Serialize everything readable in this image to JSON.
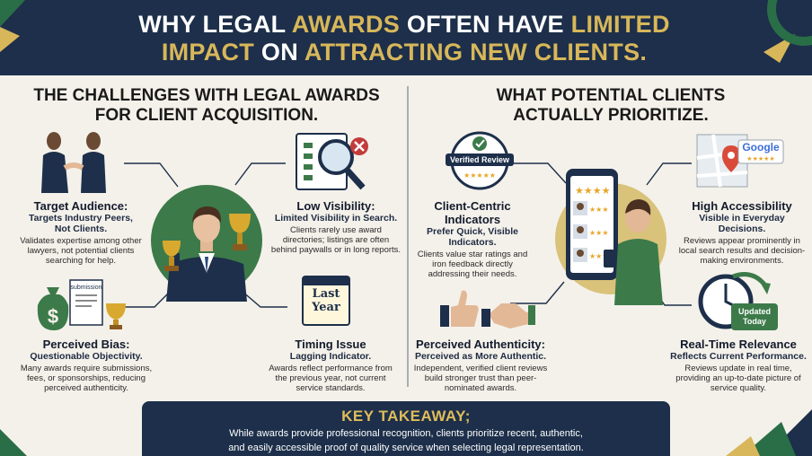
{
  "header": {
    "line1": [
      {
        "text": "WHY LEGAL ",
        "accent": false
      },
      {
        "text": "AWARDS",
        "accent": true
      },
      {
        "text": " OFTEN HAVE ",
        "accent": false
      },
      {
        "text": "LIMITED",
        "accent": true
      }
    ],
    "line2": [
      {
        "text": "IMPACT",
        "accent": true
      },
      {
        "text": " ON ",
        "accent": false
      },
      {
        "text": "ATTRACTING NEW CLIENTS.",
        "accent": true
      }
    ]
  },
  "left": {
    "title_line1": "THE CHALLENGES WITH LEGAL AWARDS",
    "title_line2": "FOR CLIENT ACQUISITION.",
    "items": [
      {
        "heading": "Target Audience:",
        "sub": "Targets Industry Peers, Not Clients.",
        "desc": "Validates expertise among other lawyers, not potential clients searching for help."
      },
      {
        "heading": "Low Visibility:",
        "sub": "Limited Visibility in Search.",
        "desc": "Clients rarely use award directories; listings are often behind paywalls or in long reports."
      },
      {
        "heading": "Perceived Bias:",
        "sub": "Questionable Objectivity.",
        "desc": "Many awards require submissions, fees, or sponsorships, reducing perceived authenticity."
      },
      {
        "heading": "Timing Issue",
        "sub": "Lagging Indicator.",
        "desc": "Awards reflect performance from the previous year, not current service standards."
      }
    ]
  },
  "right": {
    "title_line1": "WHAT POTENTIAL CLIENTS",
    "title_line2": "ACTUALLY PRIORITIZE.",
    "items": [
      {
        "heading": "Client-Centric Indicators",
        "sub": "Prefer Quick, Visible Indicators.",
        "desc": "Clients value star ratings and iron feedback directly addressing their needs."
      },
      {
        "heading": "High Accessibility",
        "sub": "Visible in Everyday Decisions.",
        "desc": "Reviews appear prominently in local search results and decision-making environments."
      },
      {
        "heading": "Perceived Authenticity:",
        "sub": "Perceived as More Authentic.",
        "desc": "Independent, verified client reviews build stronger trust than peer-nominated awards."
      },
      {
        "heading": "Real-Time Relevance",
        "sub": "Reflects Current Performance.",
        "desc": "Reviews update in real time, providing an up-to-date picture of service quality."
      }
    ]
  },
  "icons": {
    "submission_label": "submission",
    "last_year_line1": "Last",
    "last_year_line2": "Year",
    "verified_label": "Verified Review",
    "google_label": "Google",
    "updated_line1": "Updated",
    "updated_line2": "Today",
    "dollar": "$"
  },
  "takeaway": {
    "title": "KEY TAKEAWAY;",
    "line1": "While awards provide professional recognition, clients prioritize recent, authentic,",
    "line2": "and easily accessible proof of quality service when selecting legal representation."
  },
  "colors": {
    "navy": "#1d2f4a",
    "gold": "#d8b75a",
    "green": "#3c7a4a",
    "cream": "#f4f1ea"
  }
}
